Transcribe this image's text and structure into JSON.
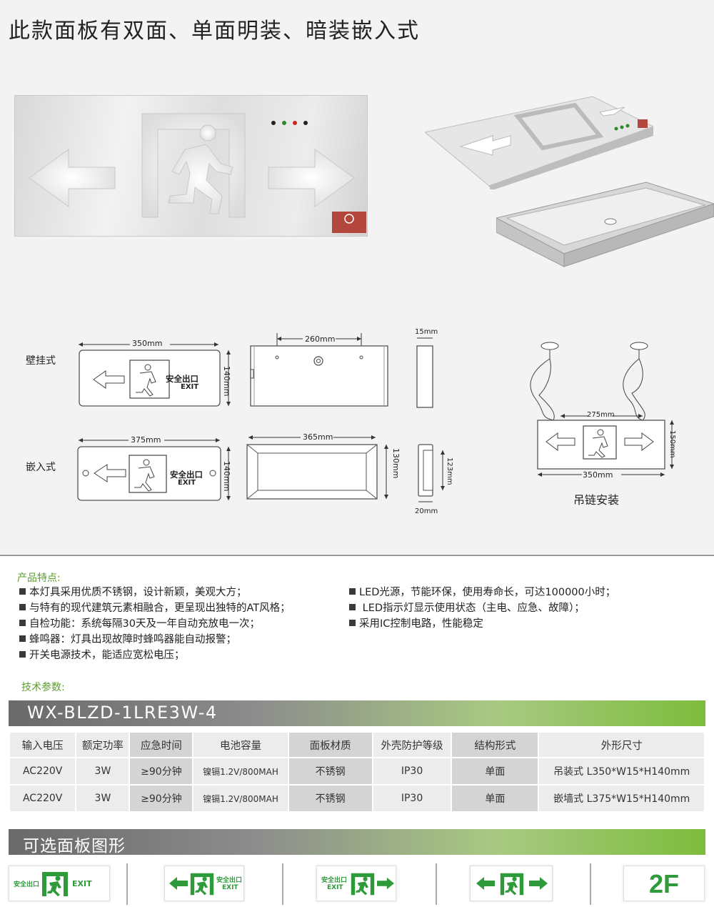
{
  "title": "此款面板有双面、单面明装、暗装嵌入式",
  "drawings": {
    "wall_label": "壁挂式",
    "embed_label": "嵌入式",
    "sign_text_cn": "安全出口",
    "sign_text_en": "EXIT",
    "wall": {
      "width": "350mm",
      "height": "140mm",
      "back_width": "260mm",
      "depth": "15mm"
    },
    "embed": {
      "width": "375mm",
      "height": "140mm",
      "box_width": "365mm",
      "box_height": "130mm",
      "side_height": "123mm",
      "side_depth": "20mm"
    },
    "chain": {
      "inner_width": "275mm",
      "width": "350mm",
      "height": "150mm",
      "caption": "吊链安装"
    }
  },
  "features": {
    "heading": "产品特点:",
    "left": [
      "本灯具采用优质不锈钢，设计新颖，美观大方；",
      "与特有的现代建筑元素相融合，更呈现出独特的AT风格；",
      "自检功能：系统每隔30天及一年自动充放电一次；",
      "蜂鸣器：灯具出现故障时蜂鸣器能自动报警；",
      "开关电源技术，能适应宽松电压；"
    ],
    "right": [
      "LED光源，节能环保，使用寿命长，可达100000小时；",
      " LED指示灯显示使用状态（主电、应急、故障）；",
      "采用IC控制电路，性能稳定"
    ]
  },
  "specs": {
    "heading": "技术参数:",
    "model": "WX-BLZD-1LRE3W-4",
    "headers": [
      "输入电压",
      "额定功率",
      "应急时间",
      "电池容量",
      "面板材质",
      "外壳防护等级",
      "结构形式",
      "外形尺寸"
    ],
    "rows": [
      [
        "AC220V",
        "3W",
        "≥90分钟",
        "镍镉1.2V/800MAH",
        "不锈钢",
        "IP30",
        "单面",
        "吊装式 L350*W15*H140mm"
      ],
      [
        "AC220V",
        "3W",
        "≥90分钟",
        "镍镉1.2V/800MAH",
        "不锈钢",
        "IP30",
        "单面",
        "嵌墙式 L375*W15*H140mm"
      ]
    ]
  },
  "panels": {
    "heading": "可选面板图形",
    "exit_cn": "安全出口",
    "exit_en": "EXIT",
    "floor": "2F"
  },
  "colors": {
    "accent_green": "#6cb33f",
    "heading_green": "#5a9e2c",
    "sign_green": "#2f9a3a"
  }
}
